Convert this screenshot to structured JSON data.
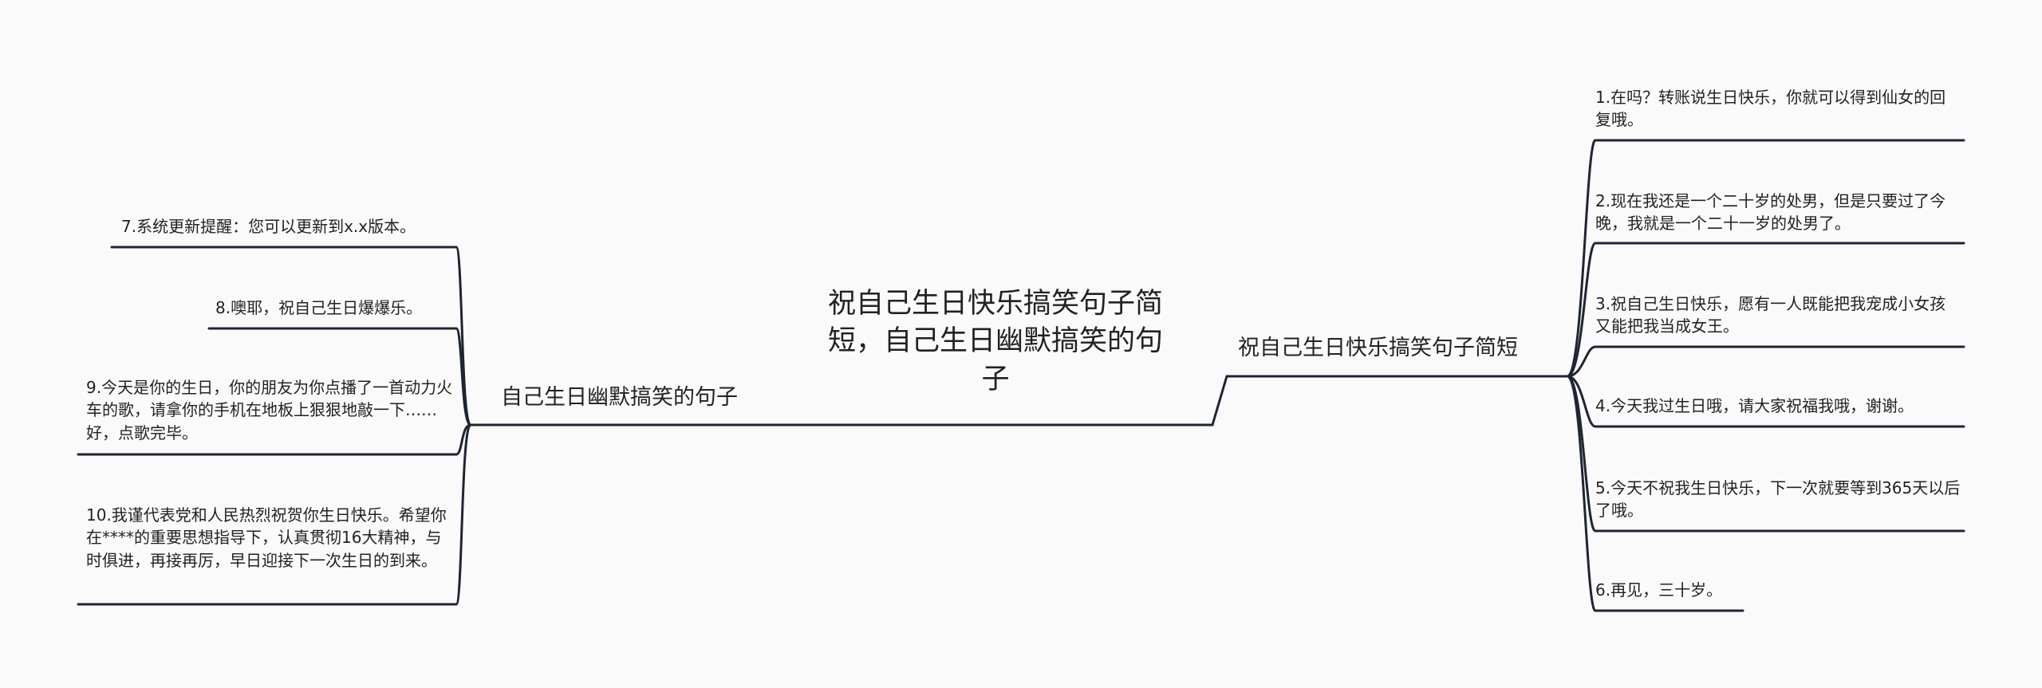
{
  "mindmap": {
    "root": "祝自己生日快乐搞笑句子简短，自己生日幽默搞笑的句子",
    "right_branch": {
      "label": "祝自己生日快乐搞笑句子简短",
      "items": [
        "1.在吗？转账说生日快乐，你就可以得到仙女的回复哦。",
        "2.现在我还是一个二十岁的处男，但是只要过了今晚，我就是一个二十一岁的处男了。",
        "3.祝自己生日快乐，愿有一人既能把我宠成小女孩又能把我当成女王。",
        "4.今天我过生日哦，请大家祝福我哦，谢谢。",
        "5.今天不祝我生日快乐，下一次就要等到365天以后了哦。",
        "6.再见，三十岁。"
      ]
    },
    "left_branch": {
      "label": "自己生日幽默搞笑的句子",
      "items": [
        "7.系统更新提醒：您可以更新到x.x版本。",
        "8.噢耶，祝自己生日爆爆乐。",
        "9.今天是你的生日，你的朋友为你点播了一首动力火车的歌，请拿你的手机在地板上狠狠地敲一下……好，点歌完毕。",
        "10.我谨代表党和人民热烈祝贺你生日快乐。希望你在****的重要思想指导下，认真贯彻16大精神，与时俱进，再接再厉，早日迎接下一次生日的到来。"
      ]
    },
    "colors": {
      "line": "#1e2533",
      "text": "#222222",
      "background": "#fafafa"
    }
  }
}
